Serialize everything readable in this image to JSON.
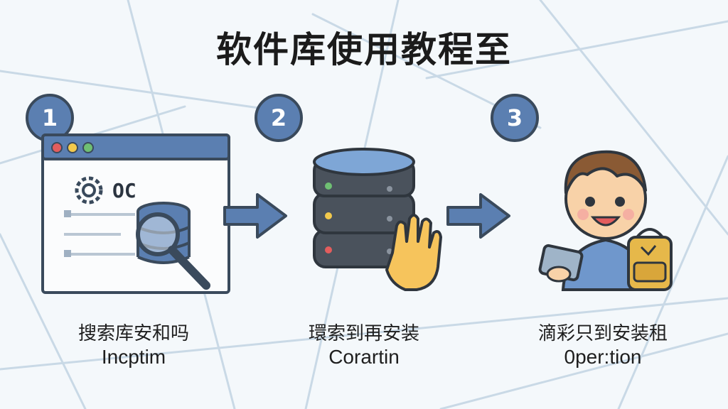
{
  "title": "软件库使用教程至",
  "steps": [
    {
      "number": "1",
      "zh": "搜索库安和吗",
      "en": "Incptim",
      "icon": "browser-search-database-icon"
    },
    {
      "number": "2",
      "zh": "環索到再安装",
      "en": "Corartin",
      "icon": "database-server-hand-icon"
    },
    {
      "number": "3",
      "zh": "滴彩只到安装租",
      "en": "0per:tion",
      "icon": "boy-with-phone-backpack-icon"
    }
  ],
  "browser_snippet": "OC",
  "colors": {
    "accent": "#5b7fb1",
    "outline": "#3a4a5c",
    "server": "#4a525c",
    "hand": "#f6c45c",
    "background": "#f4f8fb"
  }
}
